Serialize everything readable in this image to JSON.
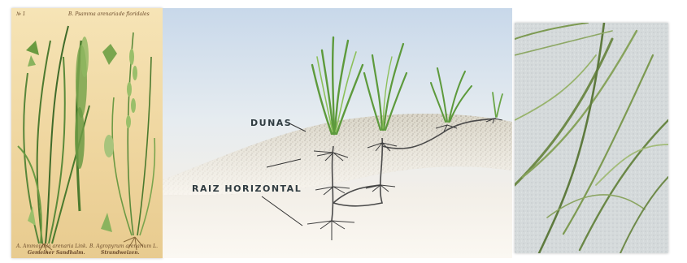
{
  "plate": {
    "top_left": "№ 1",
    "top_center": "B. Psamma arenaria",
    "top_right": "de floridales",
    "bottom_left": "A. Ammophila arenaria Link.",
    "bottom_left_sub": "Gemeiner Sandhalm.",
    "bottom_right": "B. Agropyrum arenarium L.",
    "bottom_right_sub": "Strandweizen."
  },
  "scene": {
    "dunes_label": "DUNAS",
    "root_label": "RAIZ HORIZONTAL"
  }
}
